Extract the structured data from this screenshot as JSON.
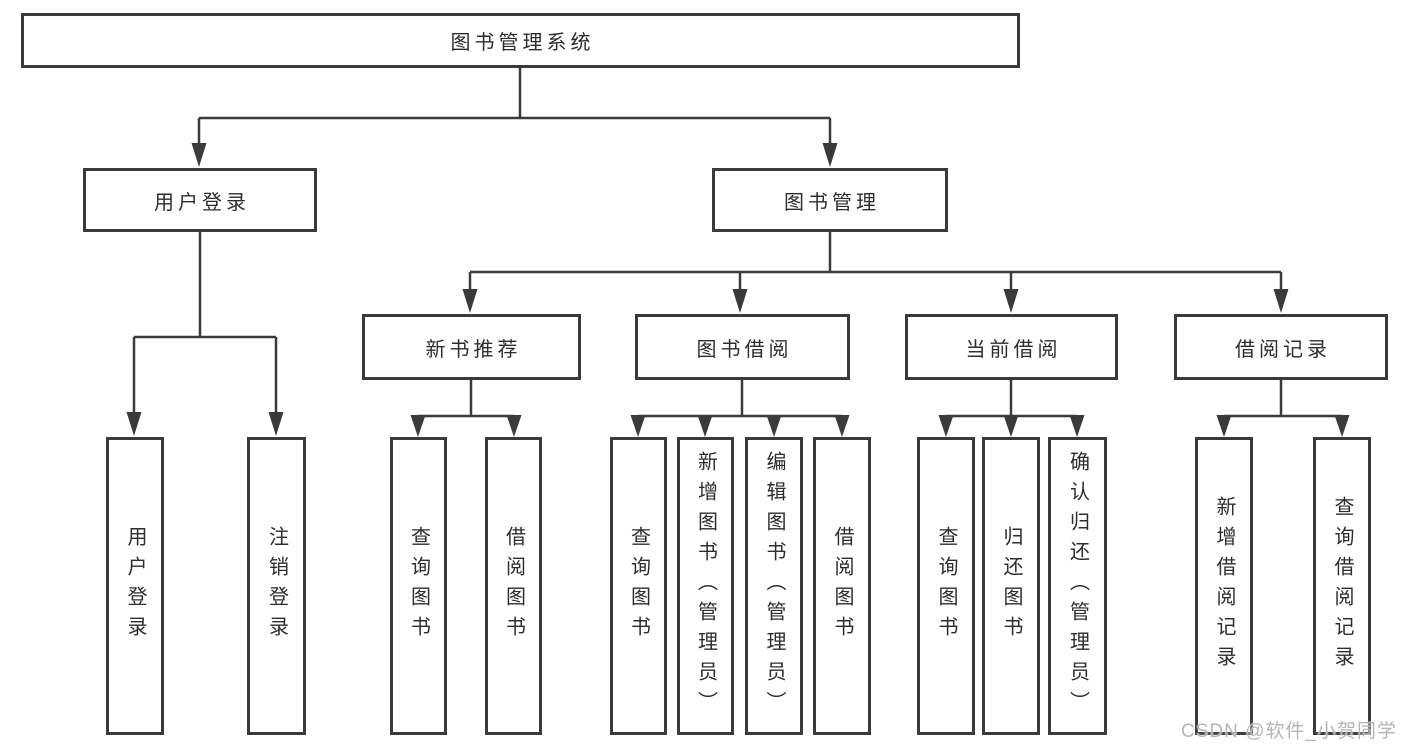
{
  "diagram": {
    "root": {
      "label": "图书管理系统"
    },
    "branches": [
      {
        "label": "用户登录",
        "children": [
          {
            "label": "用户登录"
          },
          {
            "label": "注销登录"
          }
        ]
      },
      {
        "label": "图书管理",
        "children": [
          {
            "label": "新书推荐",
            "children": [
              {
                "label": "查询图书"
              },
              {
                "label": "借阅图书"
              }
            ]
          },
          {
            "label": "图书借阅",
            "children": [
              {
                "label": "查询图书"
              },
              {
                "label": "新增图书（管理员）"
              },
              {
                "label": "编辑图书（管理员）"
              },
              {
                "label": "借阅图书"
              }
            ]
          },
          {
            "label": "当前借阅",
            "children": [
              {
                "label": "查询图书"
              },
              {
                "label": "归还图书"
              },
              {
                "label": "确认归还（管理员）"
              }
            ]
          },
          {
            "label": "借阅记录",
            "children": [
              {
                "label": "新增借阅记录"
              },
              {
                "label": "查询借阅记录"
              }
            ]
          }
        ]
      }
    ]
  },
  "watermark": {
    "text": "CSDN @软件_小贺同学"
  },
  "colors": {
    "line": "#3a3a3a",
    "box_border": "#3a3a3a",
    "box_background": "#ffffff",
    "text": "#2d2d2d",
    "watermark": "#b5b5b5",
    "page_background": "#ffffff"
  }
}
